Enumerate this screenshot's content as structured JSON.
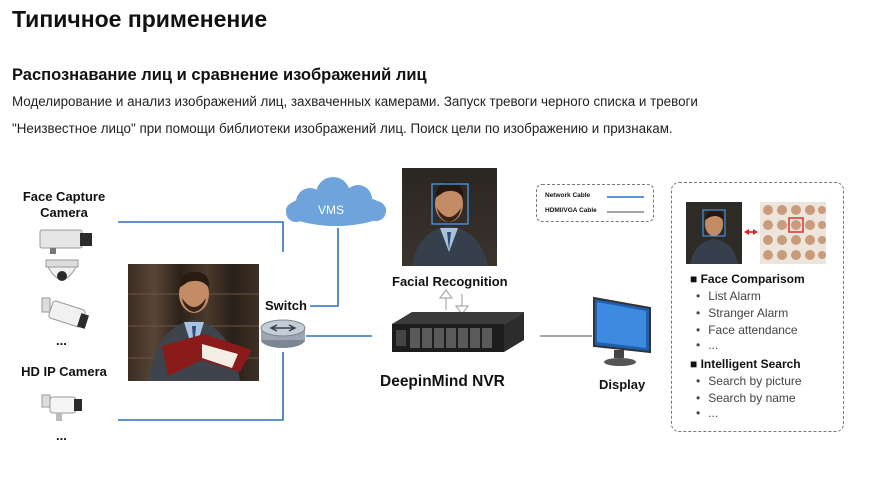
{
  "header": {
    "title": "Типичное применение",
    "subtitle": "Распознавание лиц и сравнение изображений лиц",
    "desc_line1": "Моделирование и анализ изображений лиц, захваченных камерами. Запуск тревоги черного списка и тревоги",
    "desc_line2": "\"Неизвестное лицо\" при помощи библиотеки изображений лиц. Поиск цели по изображению и признакам."
  },
  "diagram": {
    "face_capture_label": "Face Capture\nCamera",
    "face_capture_more": "...",
    "hd_ip_label": "HD IP Camera",
    "hd_ip_more": "...",
    "switch_label": "Switch",
    "vms_label": "VMS",
    "facial_recognition_label": "Facial Recognition",
    "nvr_label": "DeepinMind NVR",
    "display_label": "Display"
  },
  "legend": {
    "network_cable": "Network Cable",
    "hdmi_vga_cable": "HDMI/VGA Cable"
  },
  "features": {
    "group1_title": "Face Comparisom",
    "group1_items": [
      "List Alarm",
      "Stranger Alarm",
      "Face attendance",
      "..."
    ],
    "group2_title": "Intelligent Search",
    "group2_items": [
      "Search by picture",
      "Search by name",
      "..."
    ]
  },
  "colors": {
    "wire": "#2f6fc0",
    "vms_cloud": "#6fa3dc",
    "camera_dark": "#2b2b2b",
    "nvr_body": "#1d1d1d"
  }
}
